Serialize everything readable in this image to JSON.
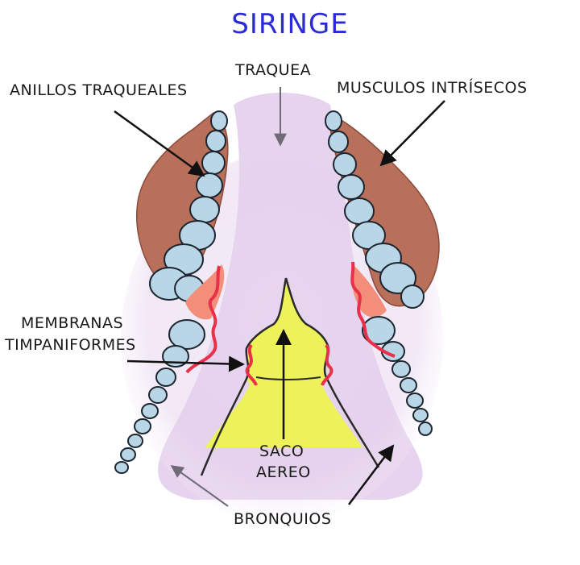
{
  "title": "SIRINGE",
  "labels": {
    "traquea": "TRAQUEA",
    "anillos": "ANILLOS TRAQUEALES",
    "musculos": "MUSCULOS INTRÍSECOS",
    "membranas_line1": "MEMBRANAS",
    "membranas_line2": "TIMPANIFORMES",
    "saco_line1": "SACO",
    "saco_line2": "AEREO",
    "bronquios": "BRONQUIOS"
  },
  "colors": {
    "title": "#2a2ad6",
    "lumen": "#e4d2ec",
    "muscle": "#b8705a",
    "ring": "#b9d6e6",
    "membrane": "#e8304a",
    "air_sac": "#eef25a",
    "arrow": "#111111",
    "arrow_grey": "#6e6a78"
  }
}
